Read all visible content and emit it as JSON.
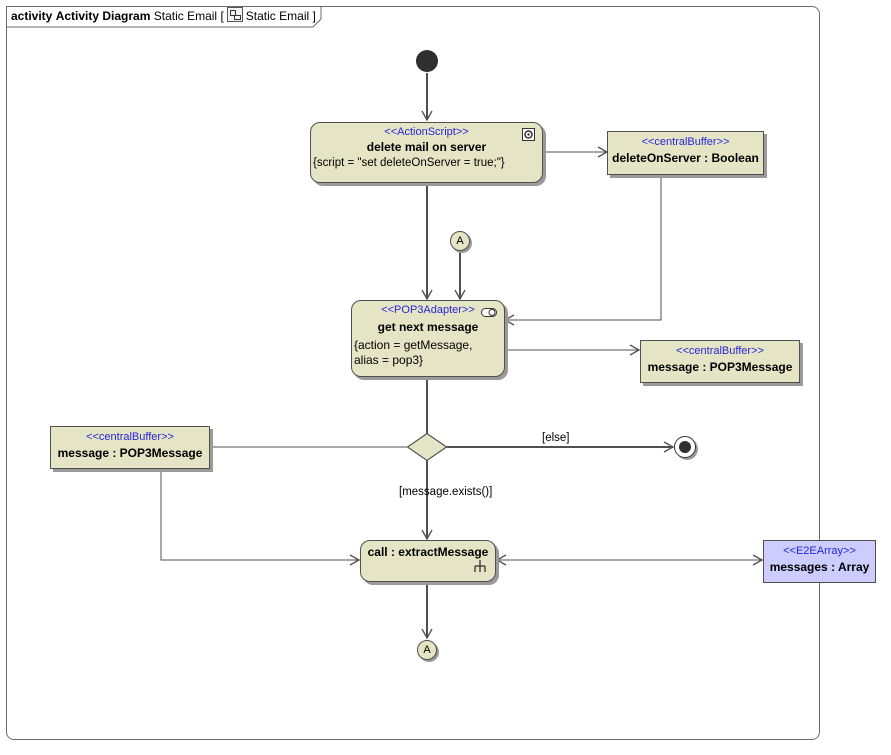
{
  "frame": {
    "keyword": "activity",
    "diagram_type": "Activity Diagram",
    "name": "Static Email",
    "ref_open": "[",
    "ref_name": "Static Email",
    "ref_close": "]"
  },
  "nodes": {
    "delete_mail": {
      "stereotype": "<<ActionScript>>",
      "name": "delete mail on server",
      "tag": "{script = \"set deleteOnServer = true;\"}"
    },
    "delete_on_server": {
      "stereotype": "<<centralBuffer>>",
      "name": "deleteOnServer : Boolean"
    },
    "get_next_message": {
      "stereotype": "<<POP3Adapter>>",
      "name": "get next message",
      "tag_line1": "{action = getMessage,",
      "tag_line2": "alias = pop3}"
    },
    "message_out": {
      "stereotype": "<<centralBuffer>>",
      "name": "message : POP3Message"
    },
    "message_in": {
      "stereotype": "<<centralBuffer>>",
      "name": "message : POP3Message"
    },
    "extract_message": {
      "name": "call : extractMessage"
    },
    "messages_array": {
      "stereotype": "<<E2EArray>>",
      "name": "messages : Array"
    },
    "connector_top": {
      "label": "A"
    },
    "connector_bottom": {
      "label": "A"
    }
  },
  "guards": {
    "else": "[else]",
    "exists": "[message.exists()]"
  },
  "colors": {
    "node_fill": "#e5e4c4",
    "array_fill": "#ccccff",
    "stereotype_text": "#2626d9",
    "edge": "#505050"
  }
}
